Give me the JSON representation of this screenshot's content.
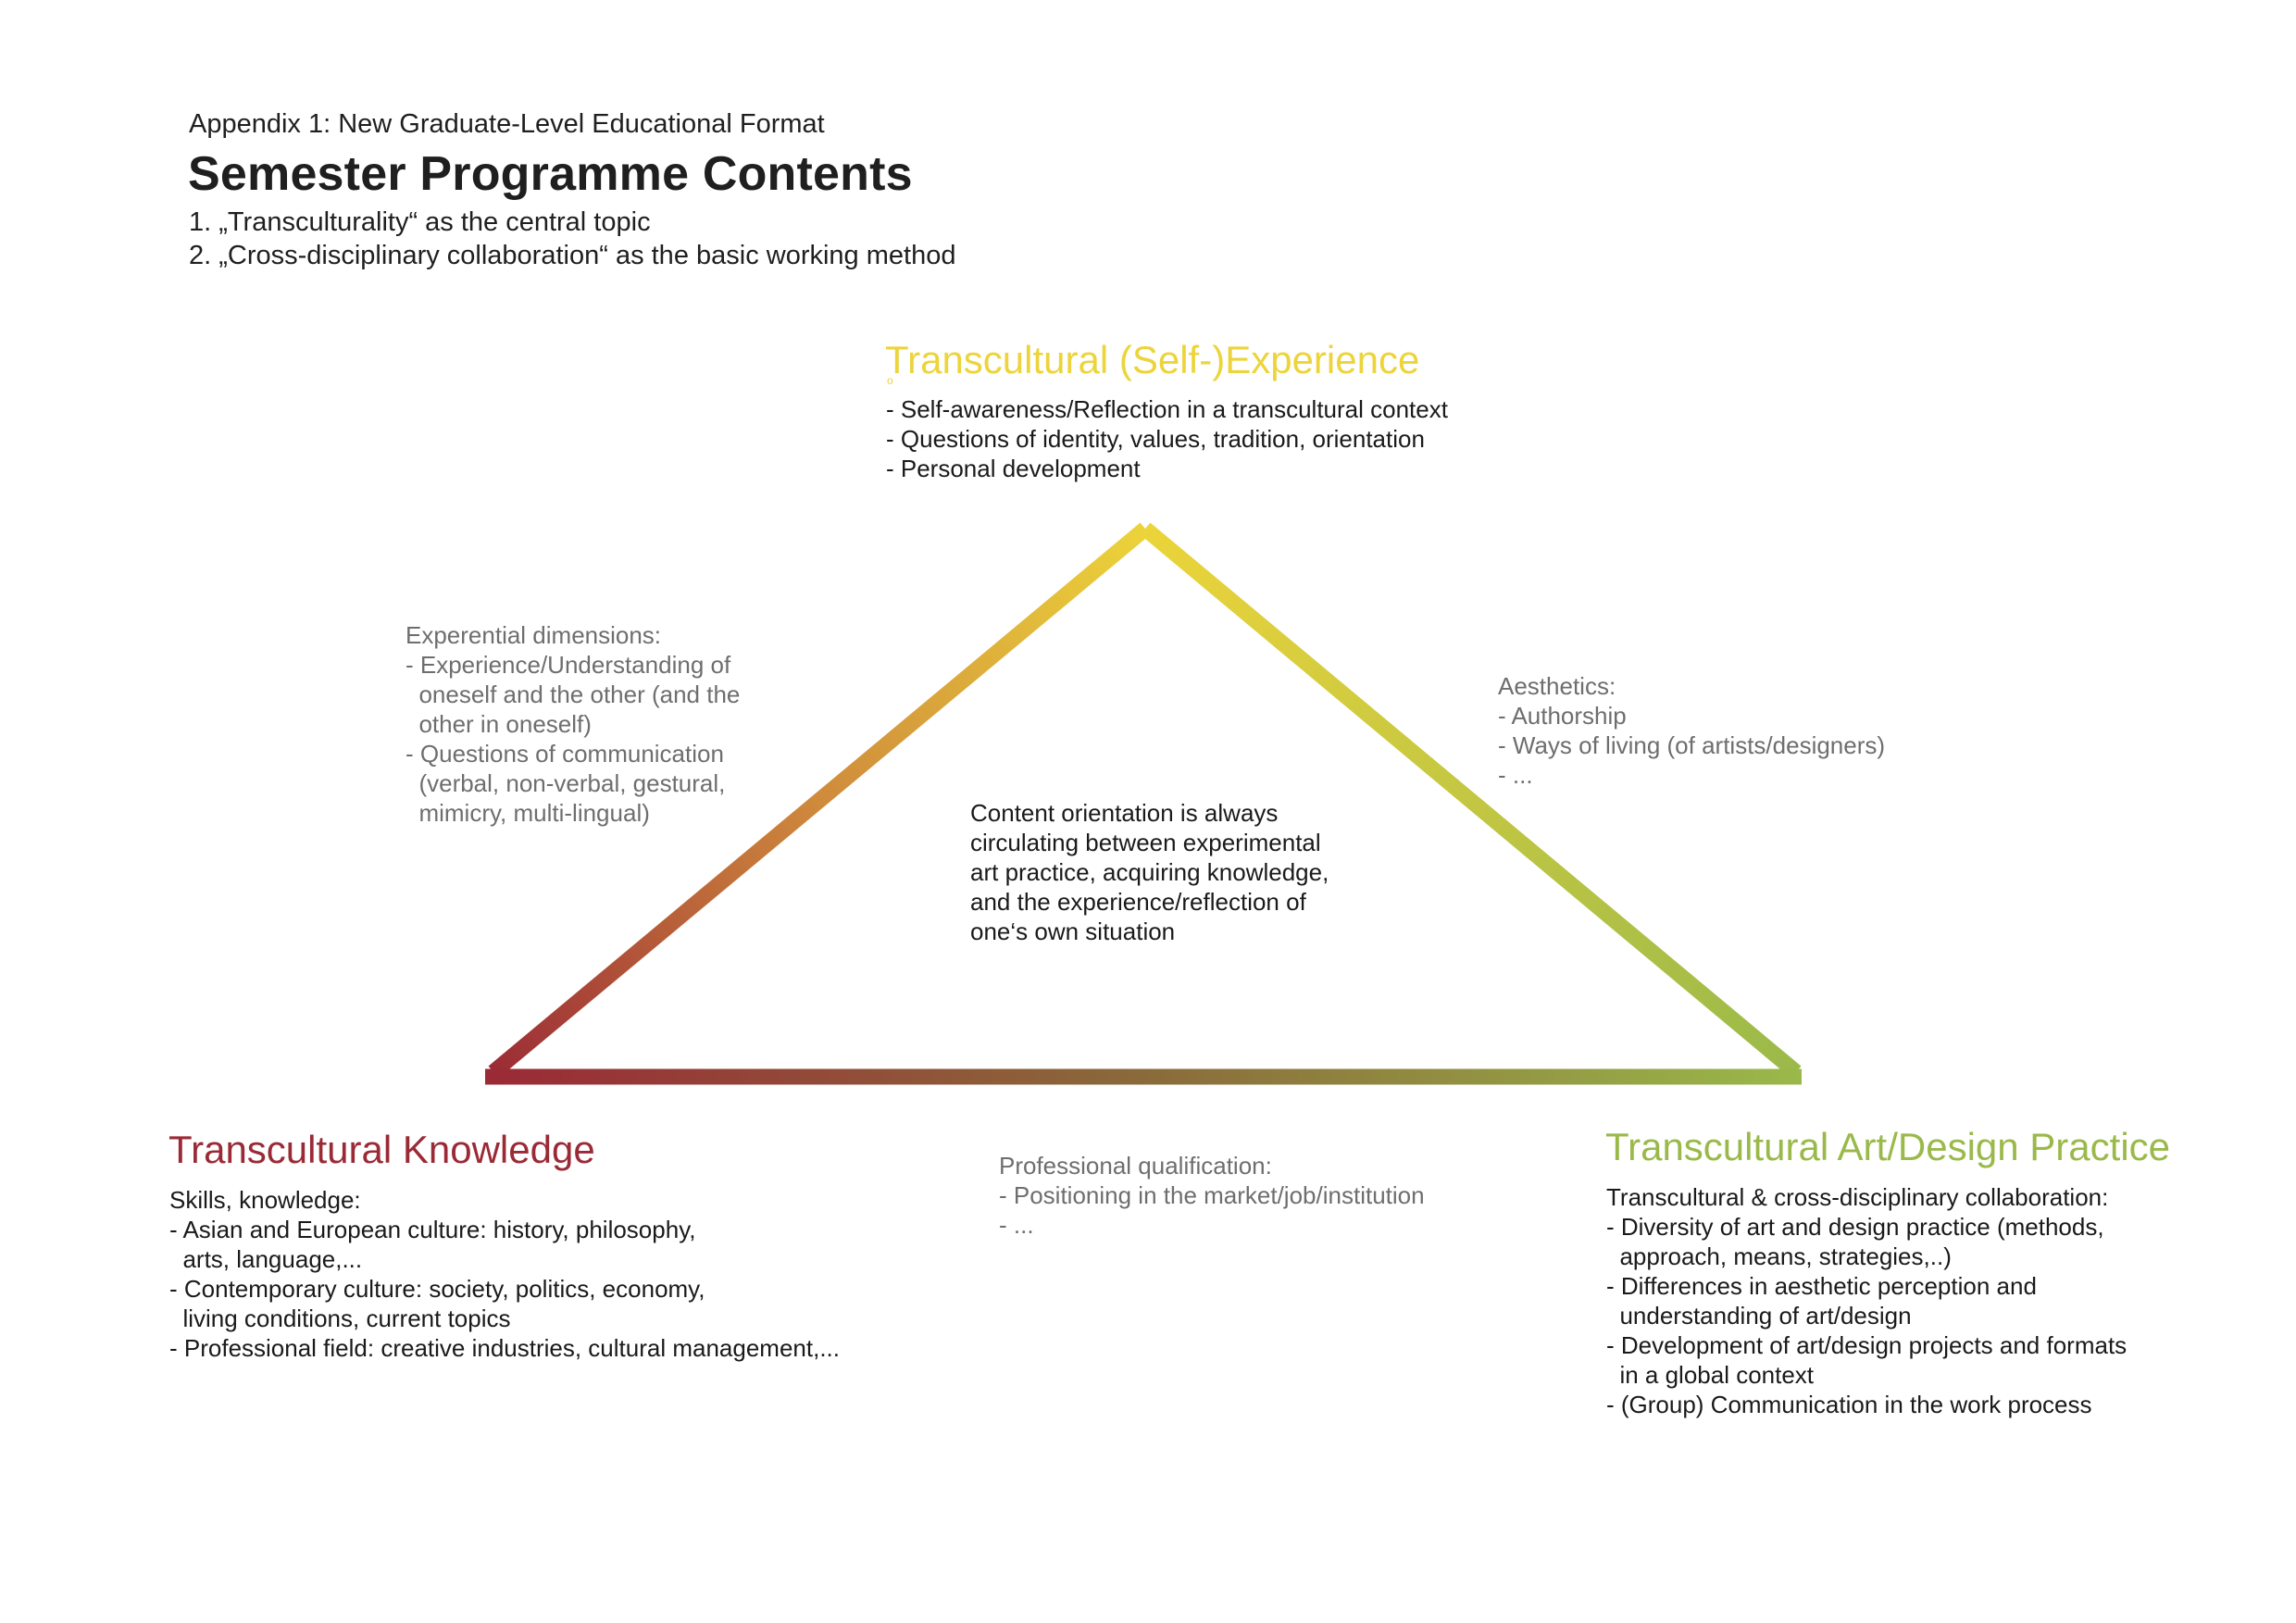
{
  "header": {
    "appendix": "Appendix 1: New Graduate-Level Educational Format",
    "title": "Semester Programme Contents",
    "subtitle_lines": "1. „Transculturality“ as the central topic\n2. „Cross-disciplinary collaboration“ as the basic working method"
  },
  "nodes": {
    "top": {
      "title": "Transcultural (Self-)Experience",
      "marker": "o",
      "items": "- Self-awareness/Reflection in a transcultural context\n- Questions of identity, values, tradition, orientation\n- Personal development"
    },
    "left": {
      "title": "Transcultural Knowledge",
      "items": "Skills, knowledge:\n- Asian and European culture: history, philosophy,\n  arts, language,...\n- Contemporary culture: society, politics, economy,\n  living conditions, current topics\n- Professional field: creative industries, cultural management,..."
    },
    "right": {
      "title": "Transcultural Art/Design Practice",
      "items": "Transcultural & cross-disciplinary collaboration:\n- Diversity of art and design practice (methods,\n  approach, means, strategies,..)\n- Differences in aesthetic perception and\n  understanding of art/design\n- Development of art/design projects and formats\n  in a global context\n- (Group) Communication in the work process"
    }
  },
  "edges": {
    "left_side": "Experential dimensions:\n- Experience/Understanding of\n  oneself and the other (and the\n  other in oneself)\n- Questions of communication\n  (verbal, non-verbal, gestural,\n  mimicry, multi-lingual)",
    "right_side": "Aesthetics:\n- Authorship\n- Ways of living (of artists/designers)\n- ...",
    "bottom_side": "Professional qualification:\n- Positioning in the market/job/institution\n- ..."
  },
  "center": "Content orientation is always\ncirculating between experimental\nart practice, acquiring knowledge,\nand the experience/reflection of\none‘s own situation",
  "colors": {
    "top": "#ecd43a",
    "left": "#9a2a36",
    "right": "#9ab94a",
    "bottom_mid": "#8a6a3a",
    "edge_label": "#6e6e6e"
  }
}
